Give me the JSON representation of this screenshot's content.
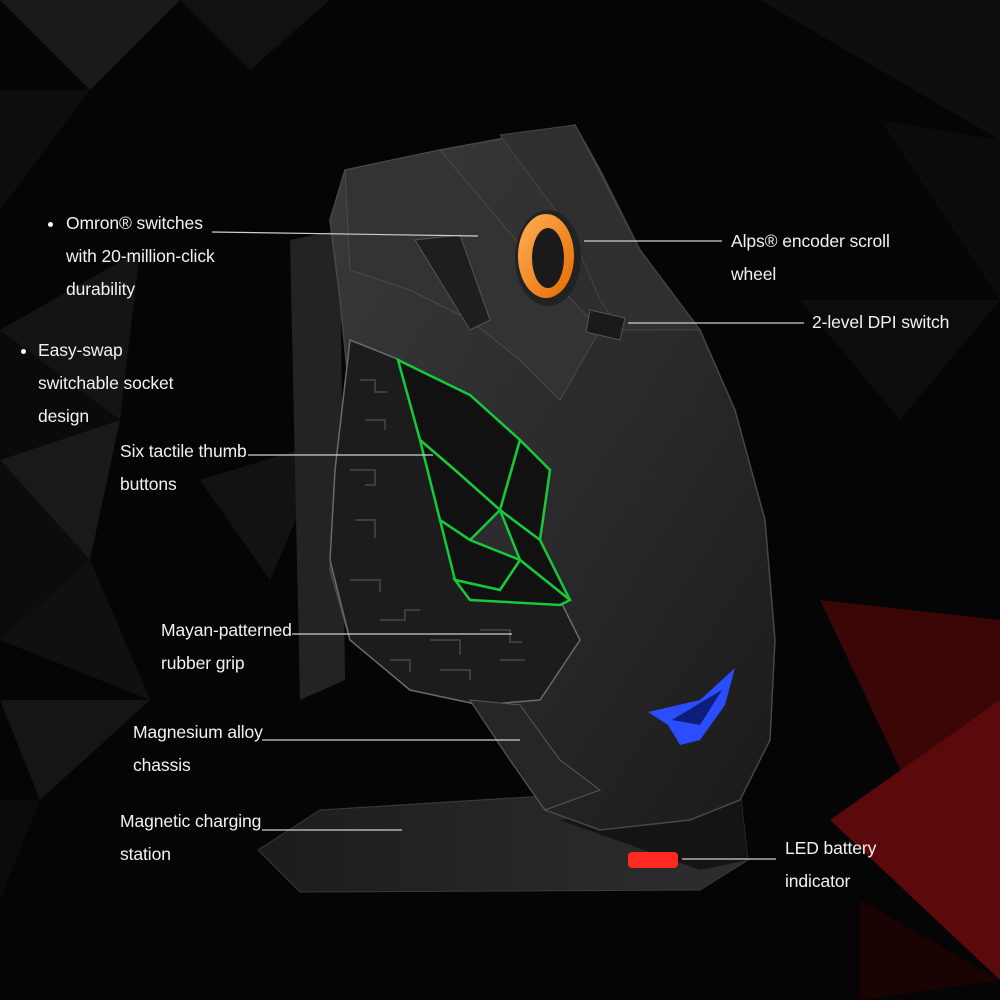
{
  "callouts": {
    "omron": {
      "lines": [
        "Omron® switches",
        "with 20-million-click",
        "durability"
      ],
      "bulleted": true
    },
    "easy_swap": {
      "lines": [
        "Easy-swap",
        "switchable socket",
        "design"
      ],
      "bulleted": true
    },
    "thumb": {
      "lines": [
        "Six tactile thumb",
        "buttons"
      ],
      "bulleted": false
    },
    "grip": {
      "lines": [
        "Mayan-patterned",
        "rubber grip"
      ],
      "bulleted": false
    },
    "chassis": {
      "lines": [
        "Magnesium alloy",
        "chassis"
      ],
      "bulleted": false
    },
    "charging": {
      "lines": [
        "Magnetic charging",
        "station"
      ],
      "bulleted": false
    },
    "scroll": {
      "lines": [
        "Alps® encoder scroll",
        "wheel"
      ],
      "bulleted": false
    },
    "dpi": {
      "lines": [
        "2-level DPI switch"
      ],
      "bulleted": false
    },
    "battery": {
      "lines": [
        "LED battery",
        "indicator"
      ],
      "bulleted": false
    }
  },
  "colors": {
    "background": "#050505",
    "mouse_body": "#2c2c2e",
    "thumb_glow": "#16c93a",
    "scroll_wheel": "#ff8a1e",
    "logo": "#2a4dff",
    "battery_led": "#ff2a22",
    "accent_red": "#5a0a0a"
  },
  "icons": {
    "logo": "rog-eye-logo-icon",
    "bullet": "bullet-dot-icon"
  }
}
